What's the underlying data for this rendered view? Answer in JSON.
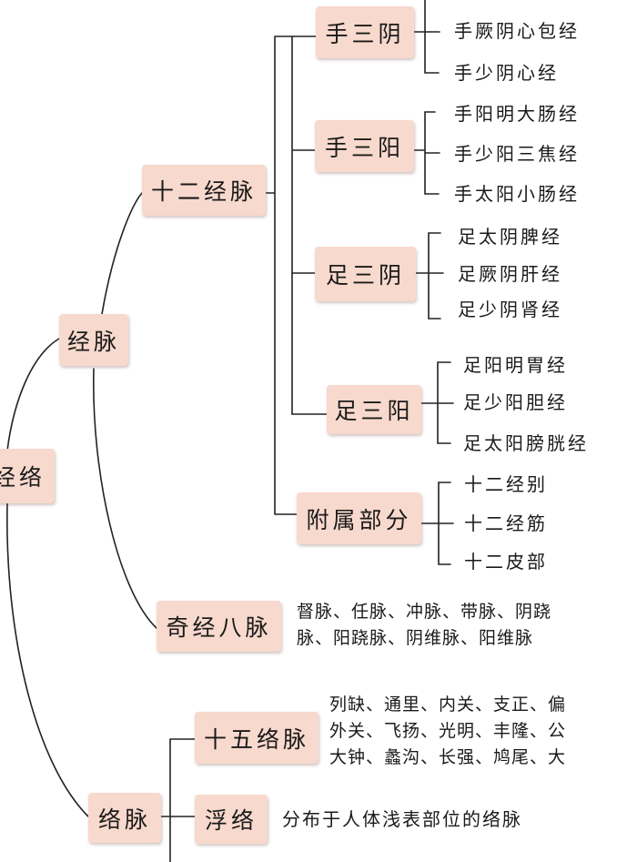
{
  "root": {
    "label": "经络"
  },
  "jingmai": {
    "label": "经脉",
    "twelve": {
      "label": "十二经脉",
      "shou_san_yin": {
        "label": "手三阴",
        "items": [
          "手厥阴心包经",
          "手少阴心经"
        ]
      },
      "shou_san_yang": {
        "label": "手三阳",
        "items": [
          "手阳明大肠经",
          "手少阳三焦经",
          "手太阳小肠经"
        ]
      },
      "zu_san_yin": {
        "label": "足三阴",
        "items": [
          "足太阴脾经",
          "足厥阴肝经",
          "足少阴肾经"
        ]
      },
      "zu_san_yang": {
        "label": "足三阳",
        "items": [
          "足阳明胃经",
          "足少阳胆经",
          "足太阳膀胱经"
        ]
      },
      "fushu": {
        "label": "附属部分",
        "items": [
          "十二经别",
          "十二经筋",
          "十二皮部"
        ]
      }
    },
    "qijing": {
      "label": "奇经八脉",
      "lines": [
        "督脉、任脉、冲脉、带脉、阴跷",
        "脉、阳跷脉、阴维脉、阳维脉"
      ]
    }
  },
  "luomai": {
    "label": "络脉",
    "shiwu": {
      "label": "十五络脉",
      "lines": [
        "列缺、通里、内关、支正、偏",
        "外关、飞扬、光明、丰隆、公",
        "大钟、蠡沟、长强、鸠尾、大"
      ]
    },
    "fuluo": {
      "label": "浮络",
      "desc": "分布于人体浅表部位的络脉"
    }
  },
  "colors": {
    "node_bg": "#f8d9cd",
    "line": "#222222"
  }
}
